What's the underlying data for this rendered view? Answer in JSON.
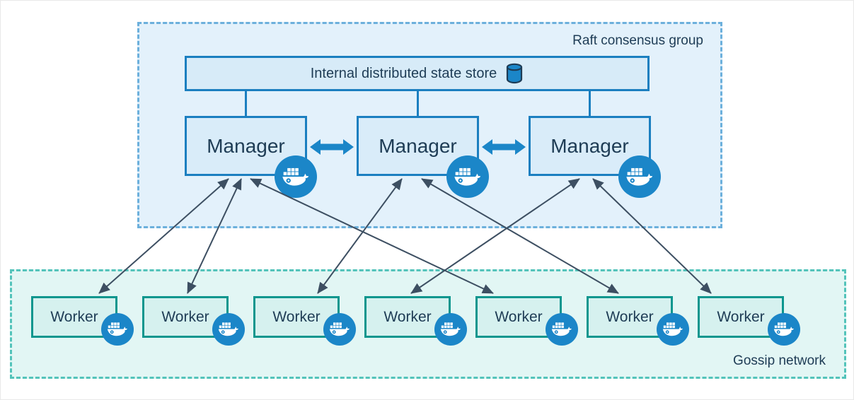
{
  "diagram": {
    "title_implied": "Docker Swarm managers and workers",
    "raft_group": {
      "label": "Raft consensus group"
    },
    "state_store": {
      "label": "Internal distributed state store",
      "icon": "database-cylinder-icon"
    },
    "managers": [
      {
        "label": "Manager",
        "icon": "docker-whale-icon"
      },
      {
        "label": "Manager",
        "icon": "docker-whale-icon"
      },
      {
        "label": "Manager",
        "icon": "docker-whale-icon"
      }
    ],
    "workers": [
      {
        "label": "Worker",
        "icon": "docker-whale-icon"
      },
      {
        "label": "Worker",
        "icon": "docker-whale-icon"
      },
      {
        "label": "Worker",
        "icon": "docker-whale-icon"
      },
      {
        "label": "Worker",
        "icon": "docker-whale-icon"
      },
      {
        "label": "Worker",
        "icon": "docker-whale-icon"
      },
      {
        "label": "Worker",
        "icon": "docker-whale-icon"
      },
      {
        "label": "Worker",
        "icon": "docker-whale-icon"
      }
    ],
    "gossip_network": {
      "label": "Gossip network"
    },
    "connections": {
      "manager_to_manager": [
        "manager1-manager2",
        "manager2-manager3"
      ],
      "store_to_managers": [
        "manager1",
        "manager2",
        "manager3"
      ],
      "manager_to_worker": [
        "m1-w1",
        "m1-w2",
        "m1-w5",
        "m2-w3",
        "m2-w6",
        "m3-w4",
        "m3-w7"
      ]
    },
    "colors": {
      "raft_fill": "#e3f1fb",
      "raft_border": "#6cb0dc",
      "manager_fill": "#d9ecf9",
      "manager_border": "#1b7fc0",
      "store_fill": "#d7ebf8",
      "worker_fill": "#d6f1ef",
      "worker_border": "#0d968e",
      "gossip_fill": "#e2f6f4",
      "gossip_border": "#53c3ba",
      "docker_badge": "#1b86c8",
      "thick_arrow": "#1b86c8",
      "thin_arrow": "#3d4f62",
      "text": "#1e3c55"
    }
  }
}
